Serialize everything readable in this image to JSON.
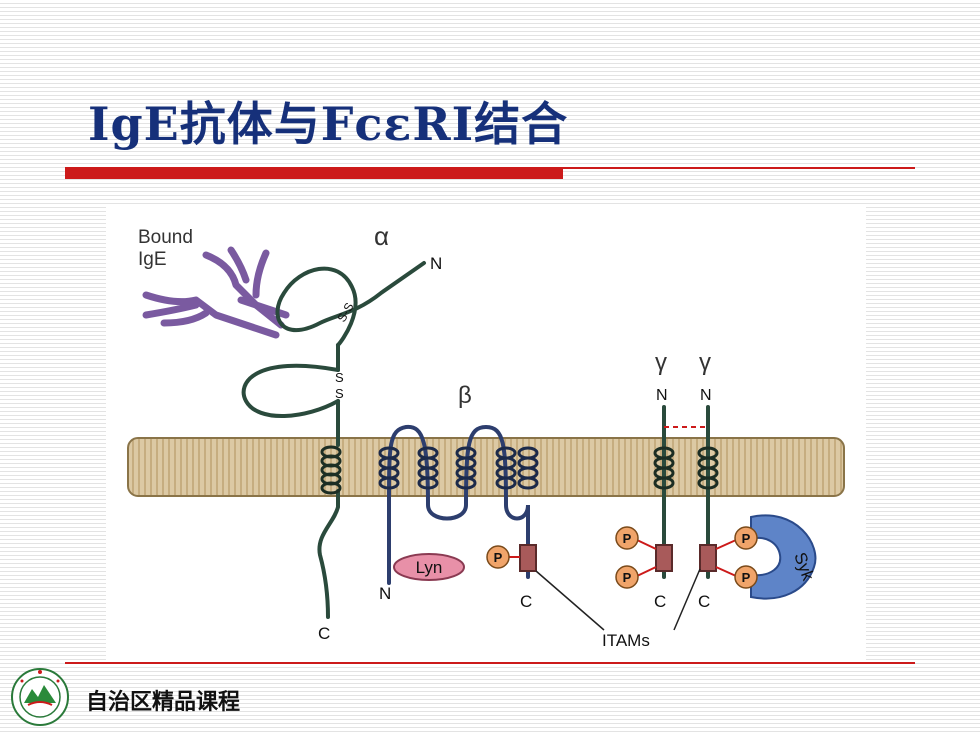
{
  "slide": {
    "title": "IgE抗体与FcεRⅠ结合",
    "footer": "自治区精品课程"
  },
  "diagram": {
    "bound_ige_line1": "Bound",
    "bound_ige_line2": "IgE",
    "alpha": "α",
    "beta": "β",
    "gamma1": "γ",
    "gamma2": "γ",
    "n_alpha": "N",
    "n_gamma1": "N",
    "n_gamma2": "N",
    "n_beta": "N",
    "c_alpha": "C",
    "c_beta": "C",
    "c_gamma1": "C",
    "c_gamma2": "C",
    "ss_top": "S-S",
    "ss_mid1": "S",
    "ss_mid2": "S",
    "lyn": "Lyn",
    "syk": "Syk",
    "phospho": "P",
    "itams": "ITAMs"
  },
  "colors": {
    "title": "#16307a",
    "accent_red": "#cc1a1a",
    "membrane": "#dcc9a4",
    "chain": "#2a4a3c",
    "beta_chain": "#2d3e6e",
    "ige": "#7a5aa0",
    "lyn": "#e890a8",
    "phospho": "#f0a46a",
    "syk": "#5e84c8",
    "itam_box": "#a85a5a"
  }
}
